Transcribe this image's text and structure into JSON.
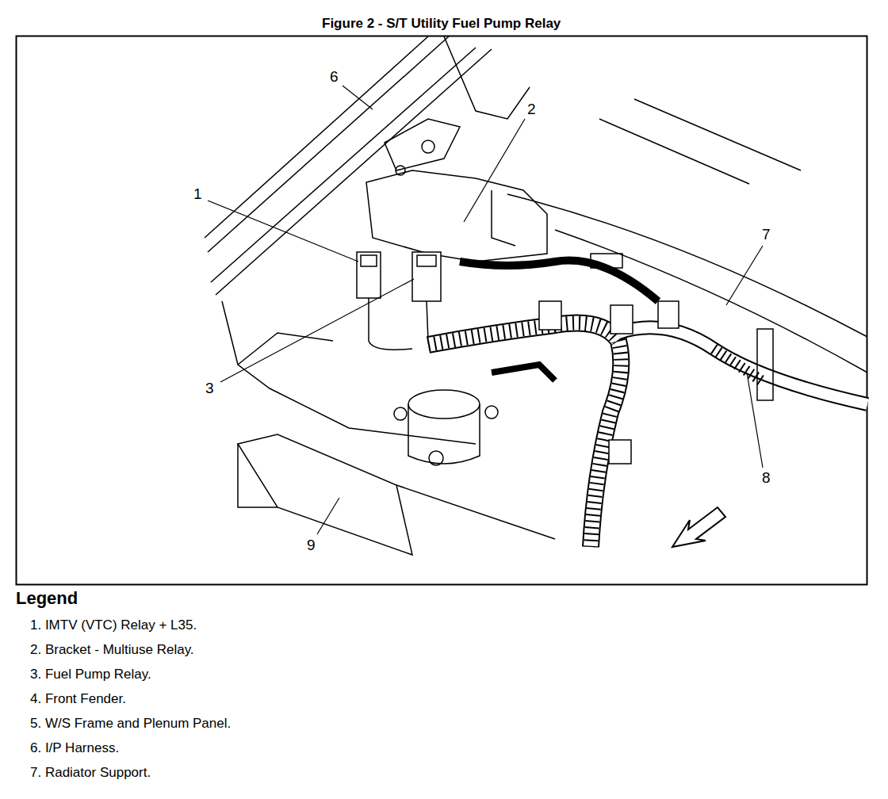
{
  "diagram": {
    "title": "Figure 2 - S/T Utility Fuel Pump Relay",
    "labels": [
      "6",
      "2",
      "1",
      "7",
      "3",
      "8",
      "9",
      "Legend",
      "1. IMTV (VTC) Relay + L35.",
      "2. Bracket - Multiuse Relay.",
      "3. Fuel Pump Relay.",
      "4. Front Fender.",
      "5. W/S Frame and Plenum Panel.",
      "6. I/P Harness.",
      "7. Radiator Support."
    ]
  }
}
